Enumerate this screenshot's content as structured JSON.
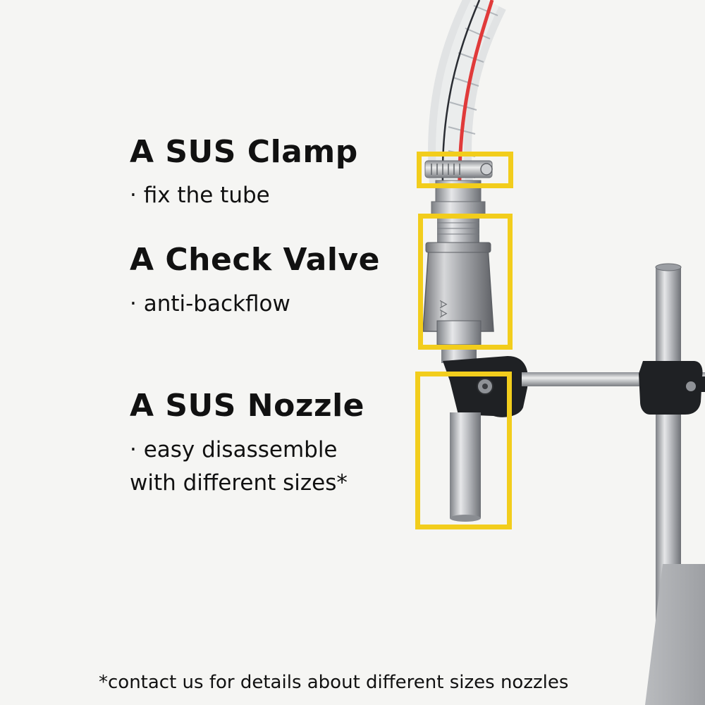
{
  "features": [
    {
      "title": "A SUS Clamp",
      "bullets": [
        "· fix the tube"
      ]
    },
    {
      "title": "A Check Valve",
      "bullets": [
        "· anti-backflow"
      ]
    },
    {
      "title": "A SUS Nozzle",
      "bullets": [
        "· easy disassemble",
        "with different sizes*"
      ]
    }
  ],
  "footnote": "*contact us for details about different sizes nozzles",
  "colors": {
    "highlight": "#f2cd1c",
    "background": "#f5f5f3",
    "text": "#111111",
    "tube_stripe": "#e03a3a"
  }
}
